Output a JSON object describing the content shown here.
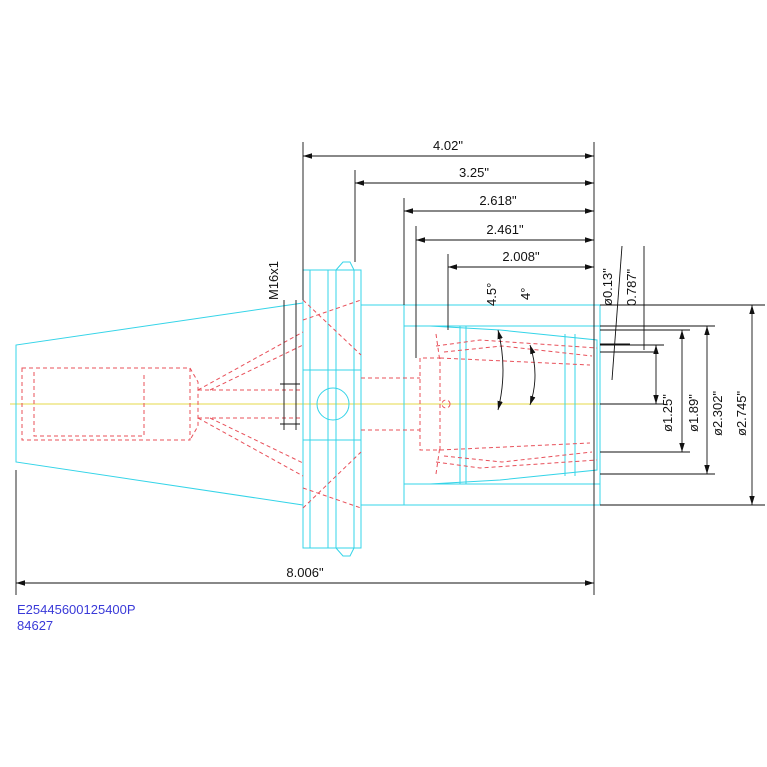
{
  "drawing": {
    "part_code": "E25445600125400P",
    "part_number": "84627",
    "dims": {
      "d402": "4.02\"",
      "d325": "3.25\"",
      "d2618": "2.618\"",
      "d2461": "2.461\"",
      "d2008": "2.008\"",
      "d8006": "8.006\"",
      "thread": "M16x1",
      "angle_a": "4.5°",
      "angle_b": "4°",
      "dia013": "ø0.13\"",
      "r0787": "0.787\"",
      "dia125": "ø1.25\"",
      "dia189": "ø1.89\"",
      "dia2302": "ø2.302\"",
      "dia2745": "ø2.745\""
    },
    "colors": {
      "outline": "#35d4e8",
      "hidden": "#e8505a",
      "centerline": "#e6d84a",
      "dimension": "#111111",
      "code_text": "#3a3ad8"
    }
  }
}
